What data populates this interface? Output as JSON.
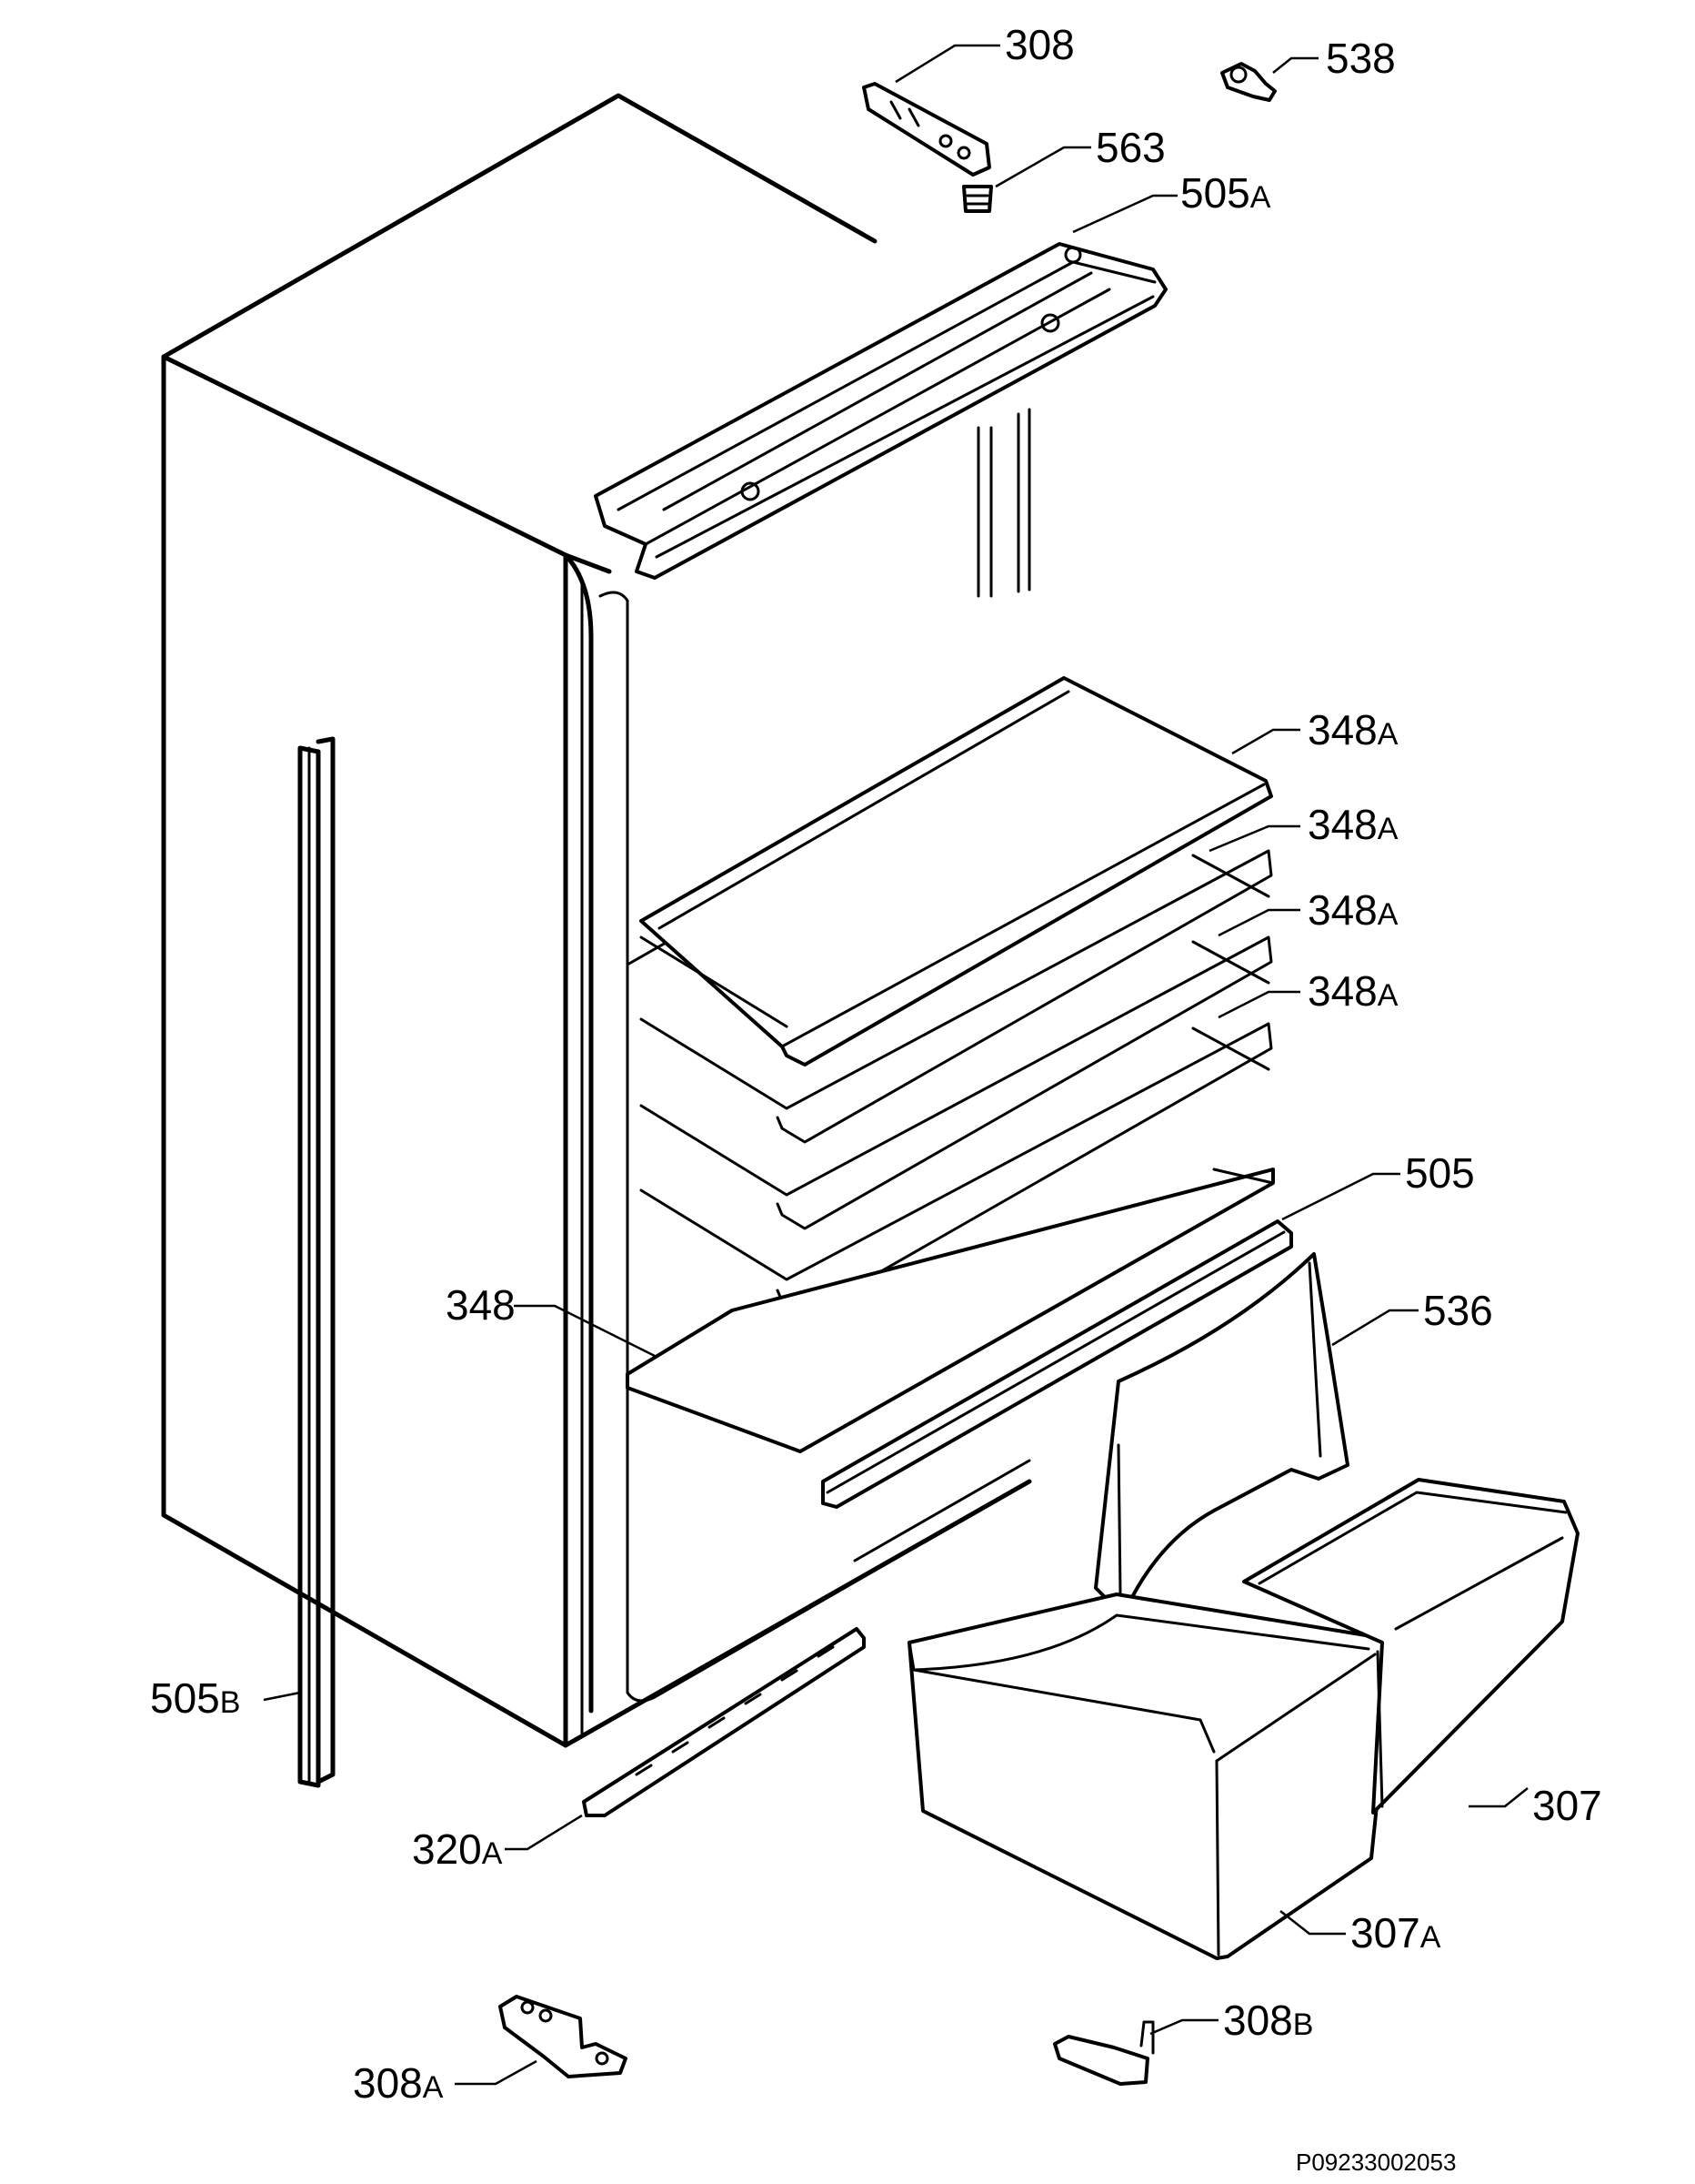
{
  "callouts": [
    {
      "id": "c308",
      "code": "308",
      "suffix": ""
    },
    {
      "id": "c538",
      "code": "538",
      "suffix": ""
    },
    {
      "id": "c563",
      "code": "563",
      "suffix": ""
    },
    {
      "id": "c505a",
      "code": "505",
      "suffix": "A"
    },
    {
      "id": "c348a-1",
      "code": "348",
      "suffix": "A"
    },
    {
      "id": "c348a-2",
      "code": "348",
      "suffix": "A"
    },
    {
      "id": "c348a-3",
      "code": "348",
      "suffix": "A"
    },
    {
      "id": "c348a-4",
      "code": "348",
      "suffix": "A"
    },
    {
      "id": "c505",
      "code": "505",
      "suffix": ""
    },
    {
      "id": "c348",
      "code": "348",
      "suffix": ""
    },
    {
      "id": "c536",
      "code": "536",
      "suffix": ""
    },
    {
      "id": "c505b",
      "code": "505",
      "suffix": "B"
    },
    {
      "id": "c307",
      "code": "307",
      "suffix": ""
    },
    {
      "id": "c320a",
      "code": "320",
      "suffix": "A"
    },
    {
      "id": "c307a",
      "code": "307",
      "suffix": "A"
    },
    {
      "id": "c308b",
      "code": "308",
      "suffix": "B"
    },
    {
      "id": "c308a",
      "code": "308",
      "suffix": "A"
    }
  ],
  "document_id": "P09233002053"
}
